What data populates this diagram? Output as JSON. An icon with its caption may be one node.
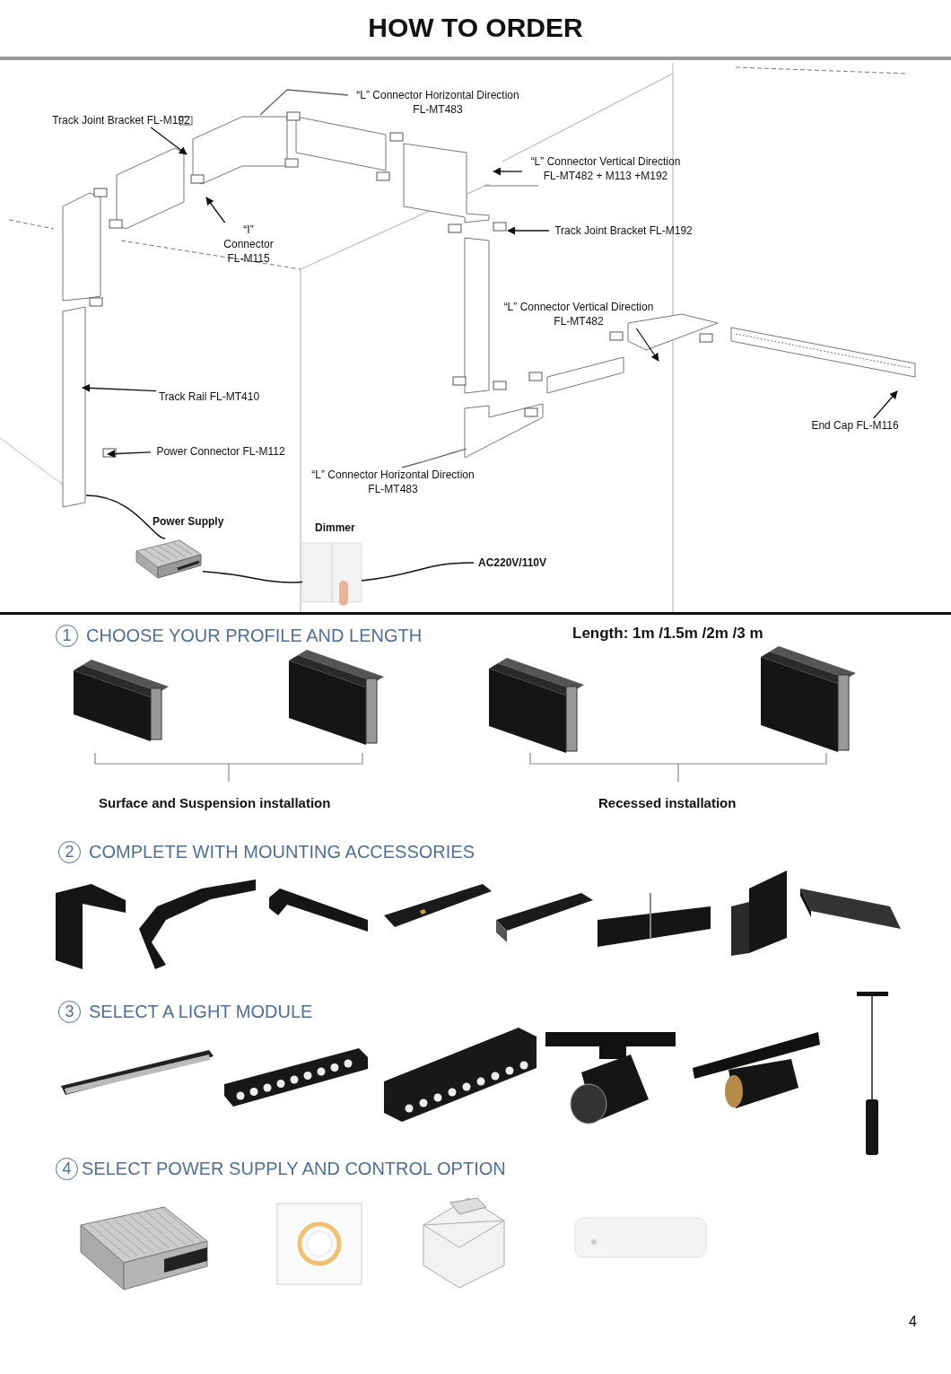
{
  "diagram": {
    "title": "HOW TO ORDER",
    "nodes": [
      {
        "text": [
          "Track Joint Bracket FL-M192"
        ]
      },
      {
        "text": [
          "“L” Connector Horizontal Direction FL-MT483"
        ]
      },
      {
        "text": [
          "“I” Connector FL-M115"
        ]
      },
      {
        "text": [
          "“L” Connector Vertical Direction FL-MT482 + M113 +M192"
        ]
      },
      {
        "text": [
          "Track Joint Bracket FL-M192"
        ]
      },
      {
        "text": [
          "“L” Connector Vertical Direction FL-MT482"
        ]
      },
      {
        "text": [
          "Track Rail FL-MT410"
        ]
      },
      {
        "text": [
          "End Cap FL-M116"
        ]
      },
      {
        "text": [
          "Power Connector FL-M112"
        ]
      },
      {
        "text": [
          "“L” Connector Horizontal Direction FL-MT483"
        ]
      },
      {
        "text": [],
        "shape": "picture",
        "beside": [
          "Power Supply"
        ]
      },
      {
        "text": [],
        "shape": "picture",
        "beside": [
          "Dimmer"
        ]
      },
      {
        "text": [
          "AC220V/110V"
        ]
      }
    ],
    "edges": [
      {
        "from": 0,
        "to": null,
        "arrow": "to"
      },
      {
        "from": 1,
        "to": null,
        "arrow": "none"
      },
      {
        "from": 2,
        "to": null,
        "arrow": "to"
      },
      {
        "from": 3,
        "to": null,
        "arrow": "to"
      },
      {
        "from": 4,
        "to": null,
        "arrow": "to"
      },
      {
        "from": 5,
        "to": null,
        "arrow": "to"
      },
      {
        "from": 6,
        "to": null,
        "arrow": "to"
      },
      {
        "from": 7,
        "to": null,
        "arrow": "to"
      },
      {
        "from": 8,
        "to": null,
        "arrow": "to"
      },
      {
        "from": 9,
        "to": null,
        "arrow": "none"
      },
      {
        "from": null,
        "to": 10,
        "arrow": "none"
      },
      {
        "from": 10,
        "to": 11,
        "arrow": "none"
      },
      {
        "from": 11,
        "to": 12,
        "arrow": "none"
      }
    ],
    "labels": [
      "1",
      "CHOOSE YOUR PROFILE AND LENGTH",
      "Length: 1m /1.5m /2m /3 m",
      "Surface and Suspension installation",
      "Recessed installation",
      "2",
      "COMPLETE WITH MOUNTING ACCESSORIES",
      "3",
      "SELECT A LIGHT MODULE",
      "4",
      "SELECT POWER SUPPLY AND CONTROL OPTION",
      "4"
    ]
  }
}
